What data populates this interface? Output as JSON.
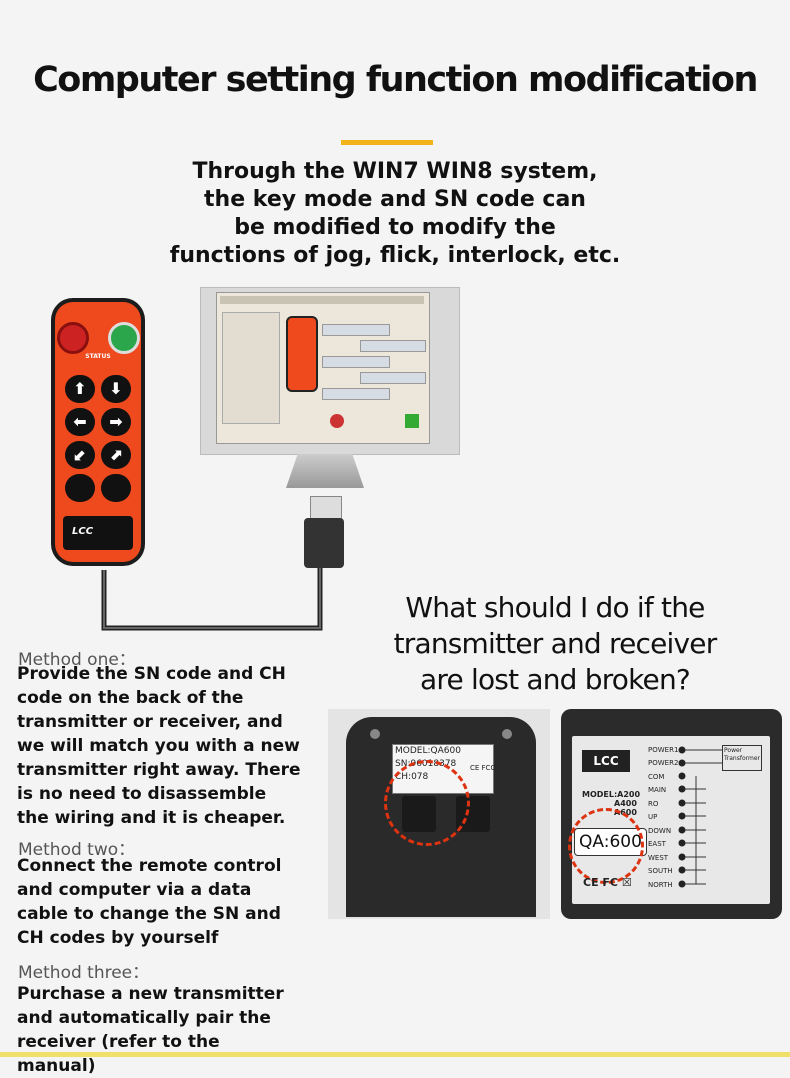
{
  "header": {
    "title": "Computer setting function modification",
    "subtitle_lines": [
      "Through the WIN7  WIN8 system,",
      "the key mode and SN code can",
      "be modified to modify the",
      "functions of jog, flick, interlock, etc."
    ]
  },
  "question_lines": [
    "What should I do if the",
    "transmitter and receiver",
    "are lost and broken?"
  ],
  "methods": [
    {
      "heading": "Method one：",
      "text": "Provide the SN code and CH code on the back of the transmitter or receiver, and we will match you with a new transmitter right away. There is no need to disassemble the wiring and it is cheaper."
    },
    {
      "heading": "Method two：",
      "text": "Connect the remote control and computer via a data cable to change the SN and CH codes by yourself"
    },
    {
      "heading": "Method three：",
      "text": "Purchase a new transmitter and automatically pair the receiver (refer to the manual)"
    }
  ],
  "remote": {
    "brand": "LCC",
    "status_label": "STATUS",
    "arrow_glyphs": [
      "⬆",
      "⬇",
      "⬅",
      "➡",
      "⬋",
      "⬈"
    ]
  },
  "photo_back_label": {
    "model": "MODEL:QA600",
    "sn": "SN:96018378",
    "ch": "CH:078",
    "marks": "CE FCC"
  },
  "receiver_label": {
    "brand": "LCC",
    "model_lines": [
      "MODEL:A200",
      "A400",
      "A600"
    ],
    "qa": "QA:600",
    "marks": "CE FC ☒",
    "terminals": [
      "POWER1",
      "POWER2",
      "COM",
      "MAIN",
      "RO",
      "UP",
      "DOWN",
      "EAST",
      "WEST",
      "SOUTH",
      "NORTH"
    ],
    "power_box": "Power Transformer"
  },
  "colors": {
    "accent": "#f2b21a",
    "remote_orange": "#ee4a1e",
    "circle_red": "#d31"
  }
}
